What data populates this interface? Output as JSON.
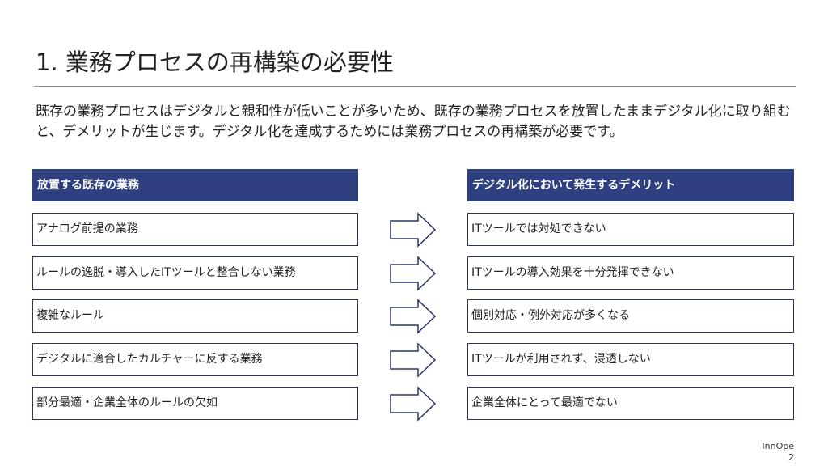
{
  "slide": {
    "title": "1. 業務プロセスの再構築の必要性",
    "intro": "既存の業務プロセスはデジタルと親和性が低いことが多いため、既存の業務プロセスを放置したままデジタル化に取り組むと、デメリットが生じます。デジタル化を達成するためには業務プロセスの再構築が必要です。",
    "left_header": "放置する既存の業務",
    "right_header": "デジタル化において発生するデメリット",
    "rows": [
      {
        "left": "アナログ前提の業務",
        "right": "ITツールでは対処できない"
      },
      {
        "left": "ルールの逸脱・導入したITツールと整合しない業務",
        "right": "ITツールの導入効果を十分発揮できない"
      },
      {
        "left": "複雑なルール",
        "right": "個別対応・例外対応が多くなる"
      },
      {
        "left": "デジタルに適合したカルチャーに反する業務",
        "right": "ITツールが利用されず、浸透しない"
      },
      {
        "left": "部分最適・企業全体のルールの欠如",
        "right": "企業全体にとって最適でない"
      }
    ],
    "footer_brand": "InnOpe",
    "page_number": "2"
  },
  "colors": {
    "header_bg": "#2f4080",
    "box_border": "#2a3566",
    "arrow_stroke": "#2a3566"
  },
  "icons": {
    "row_arrow": "right-arrow-outline-icon"
  }
}
